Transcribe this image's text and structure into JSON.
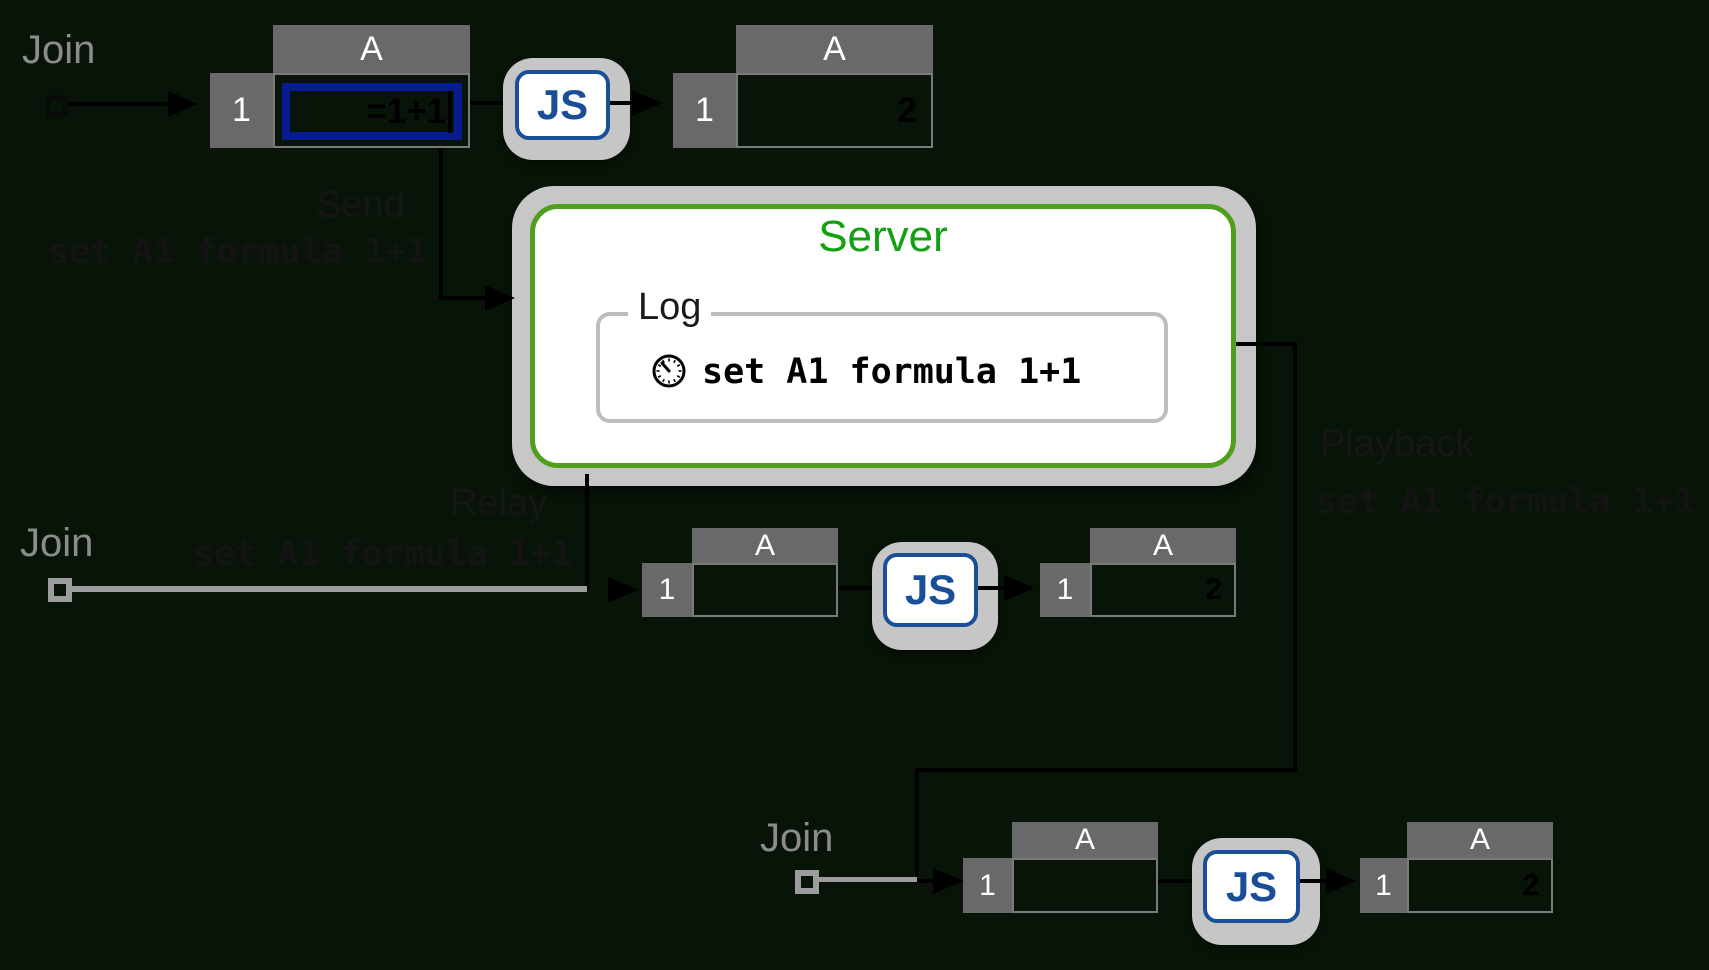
{
  "colors": {
    "background": "#081407",
    "header_gray": "#696969",
    "selection_blue": "#081c92",
    "js_blue": "#1a4f98",
    "server_border_green": "#4f9e1d",
    "server_title_green": "#13a013",
    "shadow_gray": "#c6c6c6",
    "join_gray": "#8c8c8c",
    "faint_ink": "#161616"
  },
  "labels": {
    "join": "Join",
    "js": "JS"
  },
  "flows": {
    "send": {
      "label": "Send",
      "command": "set A1 formula 1+1"
    },
    "relay": {
      "label": "Relay",
      "command": "set A1 formula 1+1"
    },
    "playback": {
      "label": "Playback",
      "command": "set A1 formula 1+1"
    }
  },
  "server": {
    "title": "Server",
    "log": {
      "title": "Log",
      "entries": [
        {
          "icon": "clock-icon",
          "text": "set A1 formula 1+1"
        }
      ]
    }
  },
  "sheets": [
    {
      "name": "client1-input",
      "col_header": "A",
      "row_header": "1",
      "value": "=1+1",
      "editing": true
    },
    {
      "name": "client1-result",
      "col_header": "A",
      "row_header": "1",
      "value": "2"
    },
    {
      "name": "client2-input",
      "col_header": "A",
      "row_header": "1",
      "value": ""
    },
    {
      "name": "client2-result",
      "col_header": "A",
      "row_header": "1",
      "value": "2"
    },
    {
      "name": "client3-input",
      "col_header": "A",
      "row_header": "1",
      "value": ""
    },
    {
      "name": "client3-result",
      "col_header": "A",
      "row_header": "1",
      "value": "2"
    }
  ]
}
